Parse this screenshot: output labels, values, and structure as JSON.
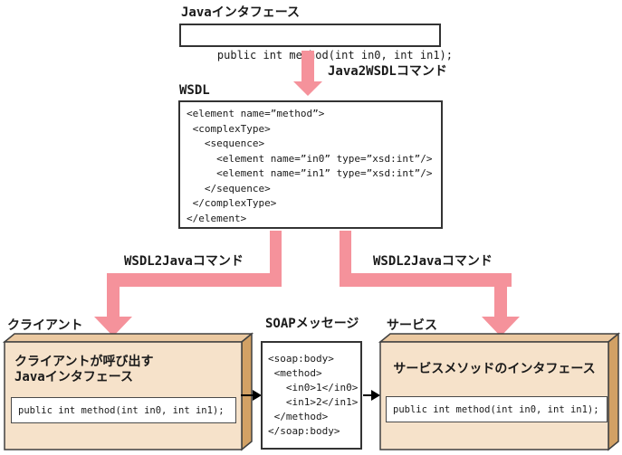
{
  "colors": {
    "arrow_pink": "#F5929B",
    "box_front": "#F6E2CA",
    "box_top": "#EBC9A1",
    "box_side": "#D2A165",
    "border_dark": "#404040"
  },
  "java_interface": {
    "label": "Javaインタフェース",
    "code": "public int method(int in0, int in1);"
  },
  "java2wsdl_arrow": {
    "label": "Java2WSDLコマンド"
  },
  "wsdl": {
    "label": "WSDL",
    "code_lines": [
      "<element name=”method”>",
      " <complexType>",
      "   <sequence>",
      "     <element name=”in0” type=”xsd:int”/>",
      "     <element name=”in1” type=”xsd:int”/>",
      "   </sequence>",
      " </complexType>",
      "</element>"
    ]
  },
  "wsdl2java_left": {
    "label": "WSDL2Javaコマンド"
  },
  "wsdl2java_right": {
    "label": "WSDL2Javaコマンド"
  },
  "client": {
    "label": "クライアント",
    "title_lines": [
      "クライアントが呼び出す",
      "Javaインタフェース"
    ],
    "code": "public int method(int in0, int in1);"
  },
  "soap": {
    "label": "SOAPメッセージ",
    "code_lines": [
      "<soap:body>",
      " <method>",
      "   <in0>1</in0>",
      "   <in1>2</in1>",
      " </method>",
      "</soap:body>"
    ]
  },
  "service": {
    "label": "サービス",
    "title": "サービスメソッドのインタフェース",
    "code": "public int method(int in0, int in1);"
  }
}
